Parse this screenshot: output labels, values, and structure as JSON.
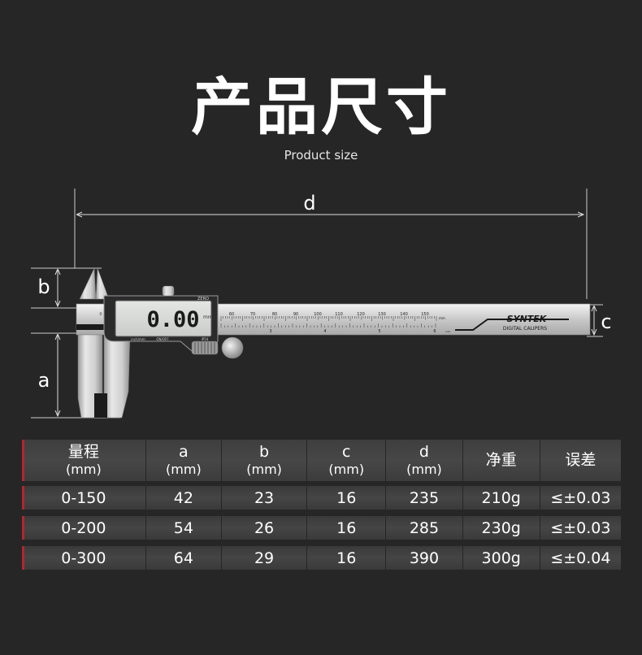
{
  "title": "产品尺寸",
  "subtitle": "Product size",
  "diagram": {
    "label_d": "d",
    "label_b": "b",
    "label_a": "a",
    "label_c": "c",
    "display_value": "0.00",
    "display_unit": "mm",
    "zero_label": "ZERO",
    "onoff_label": "ON/OFF",
    "inch_mm_label": "inch/mm",
    "ip_label": "IP54",
    "scale_top": [
      "60",
      "70",
      "80",
      "90",
      "100",
      "110",
      "120",
      "130",
      "140",
      "150"
    ],
    "scale_unit": "mm",
    "scale_bottom": [
      "3",
      "4",
      "5",
      "6"
    ],
    "scale_bottom_unit": "inch",
    "zero_mark": "0",
    "brand": "SYNTEK",
    "product_label": "DIGITAL CALIPERS"
  },
  "table": {
    "headers": [
      {
        "label": "量程",
        "unit": "(mm)"
      },
      {
        "label": "a",
        "unit": "(mm)"
      },
      {
        "label": "b",
        "unit": "(mm)"
      },
      {
        "label": "c",
        "unit": "(mm)"
      },
      {
        "label": "d",
        "unit": "(mm)"
      },
      {
        "label": "净重",
        "unit": ""
      },
      {
        "label": "误差",
        "unit": ""
      }
    ],
    "rows": [
      [
        "0-150",
        "42",
        "23",
        "16",
        "235",
        "210g",
        "≤±0.03"
      ],
      [
        "0-200",
        "54",
        "26",
        "16",
        "285",
        "230g",
        "≤±0.03"
      ],
      [
        "0-300",
        "64",
        "29",
        "16",
        "390",
        "300g",
        "≤±0.04"
      ]
    ]
  },
  "colors": {
    "background": "#262626",
    "accent": "#b3262e",
    "lcd": "#d9dcd9"
  }
}
